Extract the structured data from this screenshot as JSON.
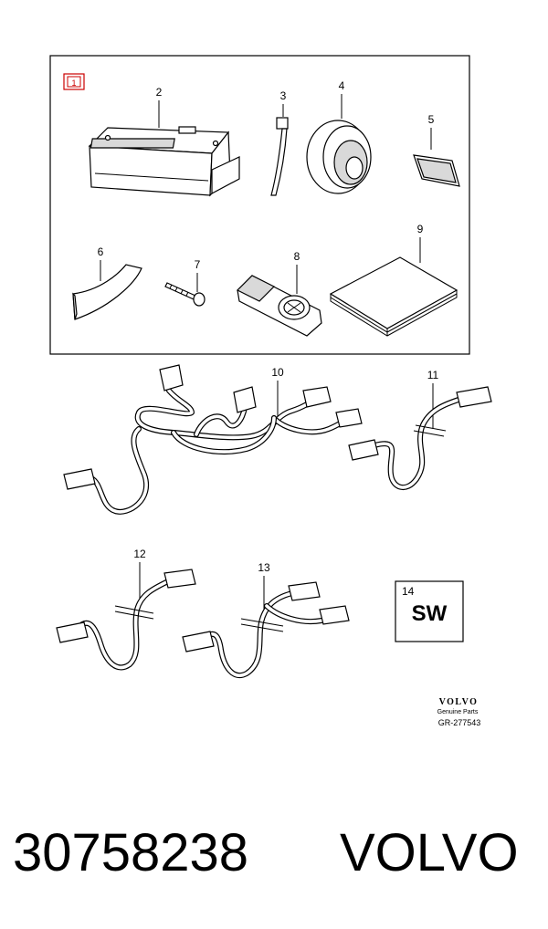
{
  "callouts": {
    "c1": "1",
    "c2": "2",
    "c3": "3",
    "c4": "4",
    "c5": "5",
    "c6": "6",
    "c7": "7",
    "c8": "8",
    "c9": "9",
    "c10": "10",
    "c11": "11",
    "c12": "12",
    "c13": "13",
    "c14": "14"
  },
  "sw_label": "SW",
  "brand_logo": "VOLVO",
  "genuine_parts": "Genuine Parts",
  "drawing_ref": "GR-277543",
  "footer": {
    "part_number": "30758238",
    "brand": "VOLVO"
  },
  "colors": {
    "callout_1_highlight": "#cc0000",
    "line": "#000000",
    "fill_grey": "#d9d9d9"
  }
}
